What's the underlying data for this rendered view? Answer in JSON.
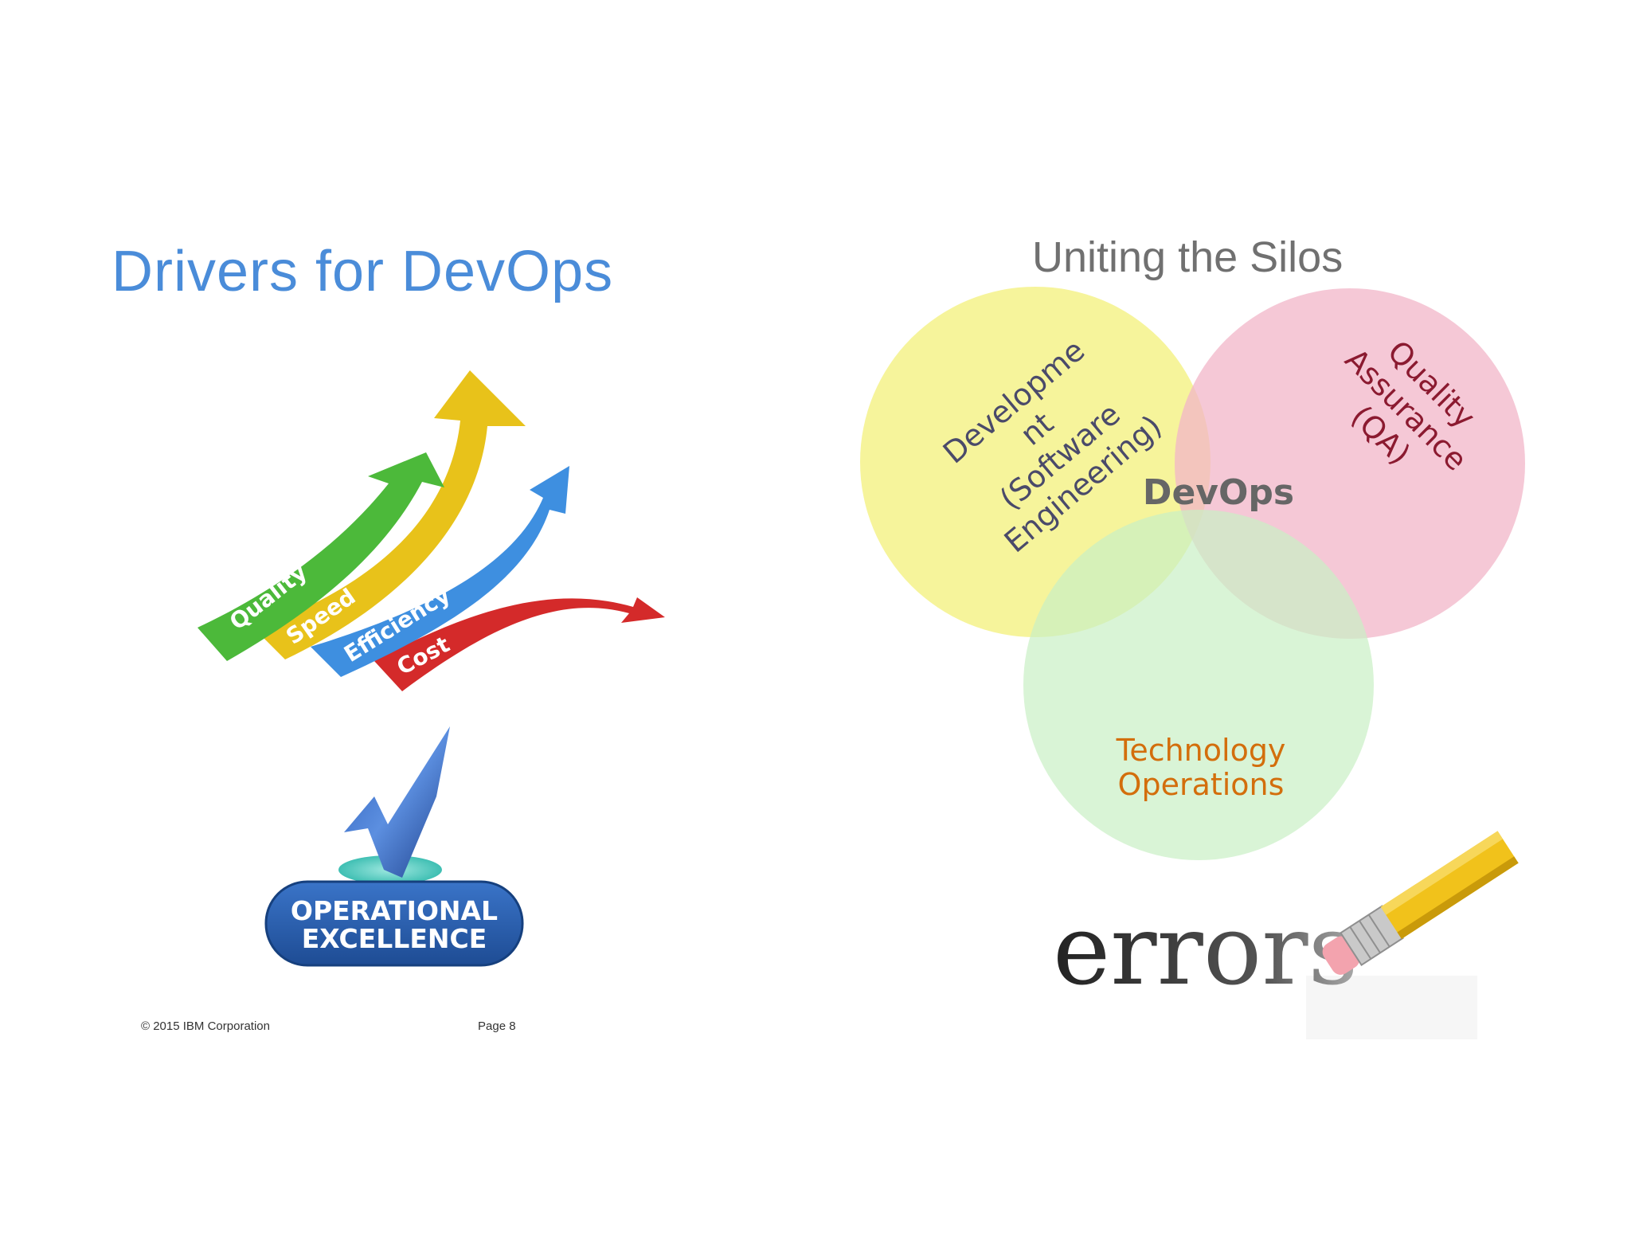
{
  "slide": {
    "title": "Drivers for DevOps",
    "footer_copyright": "© 2015  IBM Corporation",
    "footer_page": "Page  8"
  },
  "arrows_graphic": {
    "labels": [
      "Quality",
      "Speed",
      "Efficiency",
      "Cost"
    ],
    "colors": [
      "#4cb93a",
      "#e8c21a",
      "#3e8fe0",
      "#d42a2a"
    ]
  },
  "badge": {
    "line1": "OPERATIONAL",
    "line2": "EXCELLENCE",
    "icon": "checkmark-icon"
  },
  "venn": {
    "title": "Uniting the Silos",
    "center": "DevOps",
    "circles": [
      {
        "lines": [
          "Developme",
          "nt",
          "(Software",
          "Engineering)"
        ],
        "color": "#f4f28a"
      },
      {
        "lines": [
          "Quality",
          "Assurance",
          "(QA)"
        ],
        "color": "#f2b6c8"
      },
      {
        "lines": [
          "Technology",
          "Operations"
        ],
        "color": "#c9efc5"
      }
    ]
  },
  "errors_graphic": {
    "word": "errors",
    "icon": "pencil-eraser-icon"
  }
}
